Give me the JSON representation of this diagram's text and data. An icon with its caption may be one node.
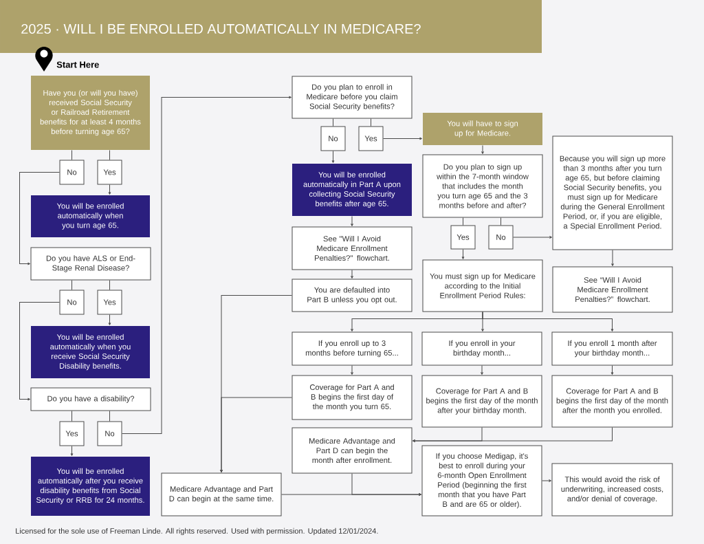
{
  "diagram": {
    "title": "2025 · WILL I BE ENROLLED AUTOMATICALLY IN MEDICARE?",
    "caption": "Licensed for the sole use of Freeman Linde. All rights reserved. Used with permission. Updated 12/01/2024.",
    "nodes": [
      {
        "text": [
          "Have you (or will you have) received Social Security or Railroad Retirement benefits for at least 4 months before turning age 65?"
        ]
      },
      {
        "text": [
          "No"
        ]
      },
      {
        "text": [
          "Yes"
        ]
      },
      {
        "text": [
          "You will be enrolled automatically when you turn age 65."
        ]
      },
      {
        "text": [
          "Do you have ALS or End-Stage Renal Disease?"
        ]
      },
      {
        "text": [
          "No"
        ]
      },
      {
        "text": [
          "Yes"
        ]
      },
      {
        "text": [
          "You will be enrolled automatically when you receive Social Security Disability benefits."
        ]
      },
      {
        "text": [
          "Do you have a disability?"
        ]
      },
      {
        "text": [
          "Yes"
        ]
      },
      {
        "text": [
          "No"
        ]
      },
      {
        "text": [
          "You will be enrolled automatically after you receive disability benefits from Social Security or RRB for 24 months."
        ]
      },
      {
        "text": [
          "Do you plan to enroll in Medicare before you claim Social Security benefits?"
        ]
      },
      {
        "text": [
          "No"
        ]
      },
      {
        "text": [
          "Yes"
        ]
      },
      {
        "text": [
          "You will be enrolled automatically in Part A upon collecting Social Security benefits after age 65."
        ]
      },
      {
        "text": [
          "See \"Will I Avoid Medicare Enrollment Penalties?\" flowchart."
        ]
      },
      {
        "text": [
          "You are defaulted into Part B unless you opt out."
        ]
      },
      {
        "text": [
          "You will have to sign up for Medicare."
        ]
      },
      {
        "text": [
          "Do you plan to sign up within the 7-month window that includes the month you turn age 65 and the 3 months before and after?"
        ]
      },
      {
        "text": [
          "Yes"
        ]
      },
      {
        "text": [
          "No"
        ]
      },
      {
        "text": [
          "You must sign up for Medicare according to the Initial Enrollment Period Rules:"
        ]
      },
      {
        "text": [
          "Because you will sign up more than 3 months after you turn age 65, but before claiming Social Security benefits, you must sign up for Medicare during the General Enrollment Period, or, if you are eligible, a Special Enrollment Period."
        ]
      },
      {
        "text": [
          "See “Will I Avoid Medicare Enrollment Penalties?” flowchart."
        ]
      },
      {
        "text": [
          "If you enroll up to 3 months before turning 65..."
        ]
      },
      {
        "text": [
          "If you enroll in your birthday month..."
        ]
      },
      {
        "text": [
          "If you enroll 1 month after your birthday month..."
        ]
      },
      {
        "text": [
          "Coverage for Part A and B begins the first day of the month you turn 65."
        ]
      },
      {
        "text": [
          "Coverage for Part A and B begins the first day of the month after your birthday month."
        ]
      },
      {
        "text": [
          "Coverage for Part A and B begins the first day of the month after the month you enrolled."
        ]
      },
      {
        "text": [
          "Medicare Advantage and Part D can begin the month after enrollment."
        ]
      },
      {
        "text": [
          "If you choose Medigap, it's best to enroll during your 6-month Open Enrollment Period (beginning the first month that you have Part B and are 65 or older)."
        ]
      },
      {
        "text": [
          "This would avoid the risk of underwriting, increased costs, and/or denial of coverage."
        ]
      },
      {
        "text": [
          "Medicare Advantage and Part D can begin at the same time."
        ]
      }
    ],
    "edges": [
      {
        "from": 0,
        "to": 1,
        "arrow": "none"
      },
      {
        "from": 0,
        "to": 2,
        "arrow": "none"
      },
      {
        "from": 1,
        "to": 4,
        "arrow": "to"
      },
      {
        "from": 2,
        "to": 3,
        "arrow": "to"
      },
      {
        "from": 4,
        "to": 5,
        "arrow": "none"
      },
      {
        "from": 4,
        "to": 6,
        "arrow": "none"
      },
      {
        "from": 5,
        "to": 8,
        "arrow": "to"
      },
      {
        "from": 6,
        "to": 7,
        "arrow": "to"
      },
      {
        "from": 8,
        "to": 9,
        "arrow": "none"
      },
      {
        "from": 8,
        "to": 10,
        "arrow": "none"
      },
      {
        "from": 9,
        "to": 11,
        "arrow": "to"
      },
      {
        "from": 10,
        "to": 12,
        "arrow": "to"
      },
      {
        "from": 12,
        "to": 13,
        "arrow": "none"
      },
      {
        "from": 12,
        "to": 14,
        "arrow": "none"
      },
      {
        "from": 13,
        "to": 15,
        "arrow": "to"
      },
      {
        "from": 14,
        "to": 18,
        "arrow": "to"
      },
      {
        "from": 15,
        "to": 16,
        "arrow": "to"
      },
      {
        "from": 16,
        "to": 17,
        "arrow": "to"
      },
      {
        "from": 17,
        "to": 34,
        "arrow": "to"
      },
      {
        "from": 18,
        "to": 19,
        "arrow": "to"
      },
      {
        "from": 19,
        "to": 20,
        "arrow": "none"
      },
      {
        "from": 19,
        "to": 21,
        "arrow": "none"
      },
      {
        "from": 20,
        "to": 22,
        "arrow": "to"
      },
      {
        "from": 21,
        "to": 23,
        "arrow": "to"
      },
      {
        "from": 23,
        "to": 24,
        "arrow": "to"
      },
      {
        "from": 22,
        "to": 25,
        "arrow": "to"
      },
      {
        "from": 22,
        "to": 26,
        "arrow": "to"
      },
      {
        "from": 22,
        "to": 27,
        "arrow": "to"
      },
      {
        "from": 25,
        "to": 28,
        "arrow": "to"
      },
      {
        "from": 26,
        "to": 29,
        "arrow": "to"
      },
      {
        "from": 27,
        "to": 30,
        "arrow": "to"
      },
      {
        "from": 28,
        "to": 34,
        "arrow": "to"
      },
      {
        "from": 29,
        "to": 31,
        "arrow": "to"
      },
      {
        "from": 30,
        "to": 31,
        "arrow": "to"
      },
      {
        "from": 31,
        "to": 32,
        "arrow": "to"
      },
      {
        "from": 34,
        "to": 32,
        "arrow": "to"
      },
      {
        "from": 32,
        "to": 33,
        "arrow": "to"
      }
    ],
    "labels": [
      "Start Here"
    ]
  }
}
